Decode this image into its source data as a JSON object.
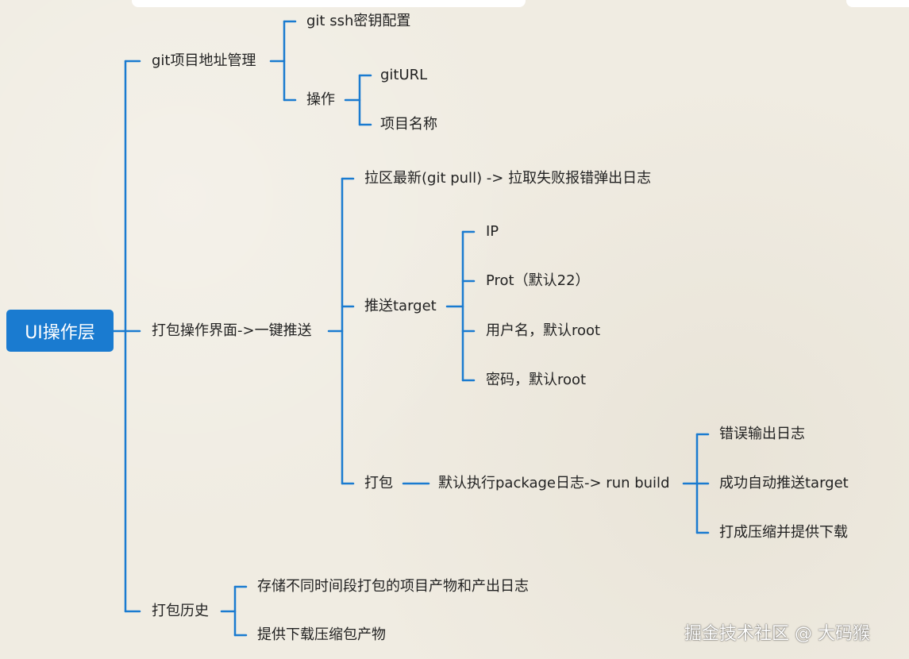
{
  "root": {
    "label": "UI操作层"
  },
  "branches": {
    "git": {
      "label": "git项目地址管理",
      "ssh": "git ssh密钥配置",
      "op": {
        "label": "操作",
        "giturl": "gitURL",
        "name": "项目名称"
      }
    },
    "package": {
      "label": "打包操作界面->一键推送",
      "pull": "拉区最新(git pull)  -> 拉取失败报错弹出日志",
      "push": {
        "label": "推送target",
        "ip": "IP",
        "port": "Prot（默认22）",
        "user": "用户名，默认root",
        "pass": "密码，默认root"
      },
      "pack": {
        "label": "打包",
        "exec": {
          "label": "默认执行package日志-> run build",
          "err": "错误输出日志",
          "ok": "成功自动推送target",
          "zip": "打成压缩并提供下载"
        }
      }
    },
    "history": {
      "label": "打包历史",
      "store": "存储不同时间段打包的项目产物和产出日志",
      "download": "提供下载压缩包产物"
    }
  },
  "watermark": "掘金技术社区 @ 大码猴",
  "colors": {
    "line": "#1a7bd0",
    "root_bg": "#1a7bd0",
    "text": "#222222"
  }
}
